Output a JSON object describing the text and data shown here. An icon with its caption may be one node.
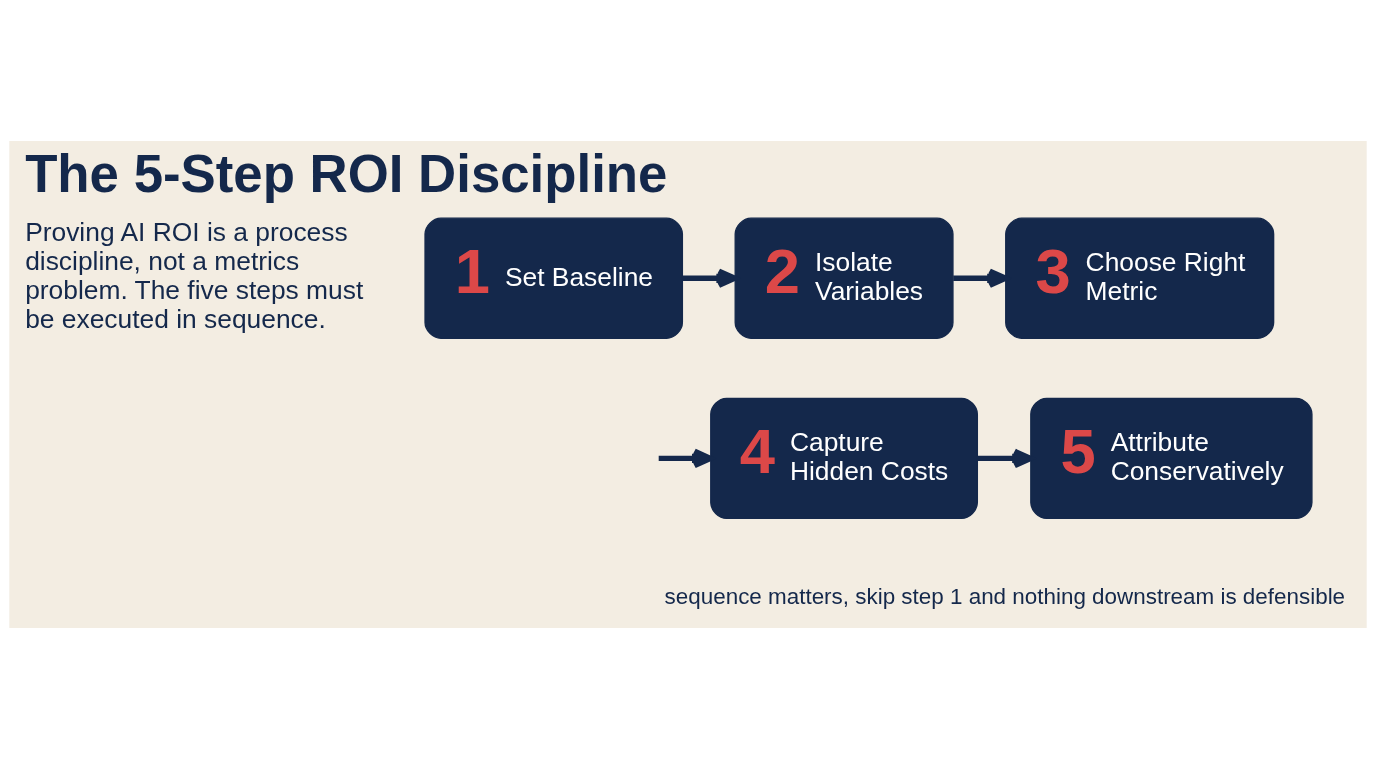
{
  "diagram": {
    "title": "The 5-Step ROI Discipline",
    "nodes": [
      {
        "text": [
          "1",
          "Set Baseline"
        ]
      },
      {
        "text": [
          "2",
          "Isolate Variables"
        ]
      },
      {
        "text": [
          "3",
          "Choose Right Metric"
        ]
      },
      {
        "text": [
          "4",
          "Capture Hidden Costs"
        ]
      },
      {
        "text": [
          "5",
          "Attribute Conservatively"
        ]
      }
    ],
    "edges": [
      {
        "from": 0,
        "to": 1,
        "arrow": "to"
      },
      {
        "from": 1,
        "to": 2,
        "arrow": "to"
      },
      {
        "from": null,
        "to": 3,
        "arrow": "to"
      },
      {
        "from": 3,
        "to": 4,
        "arrow": "to"
      }
    ],
    "labels": [
      "Proving AI ROI is a process discipline, not a metrics problem. The five steps must be executed in sequence.",
      "sequence matters, skip step 1 and nothing downstream is defensible"
    ]
  }
}
